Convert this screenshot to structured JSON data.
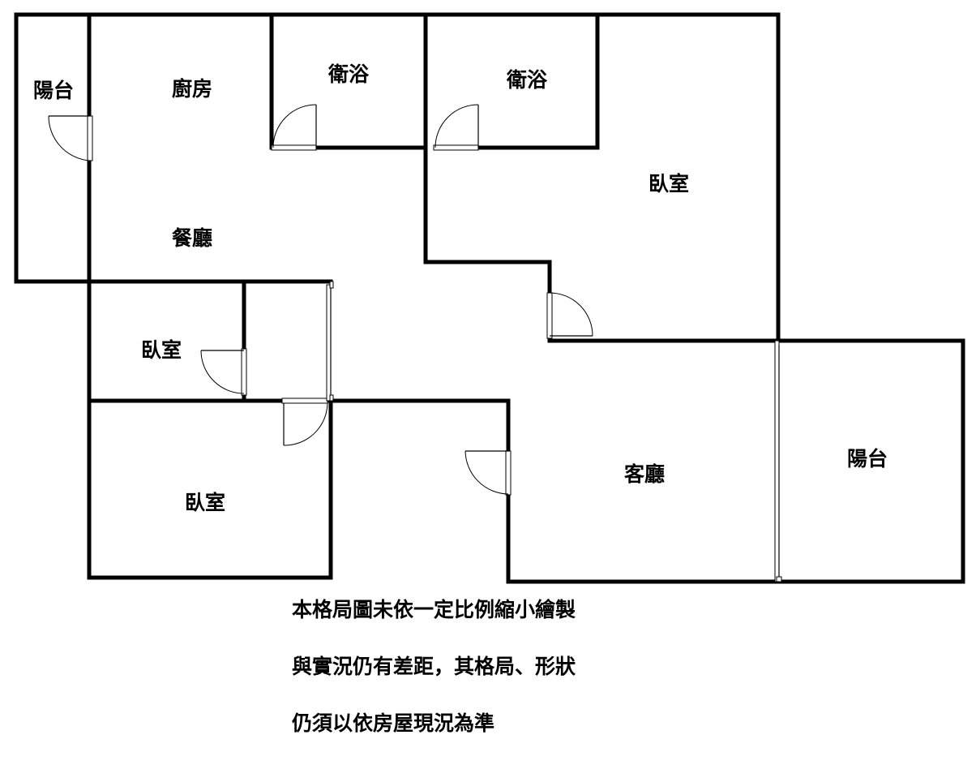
{
  "rooms": {
    "balcony_left": "陽台",
    "kitchen": "廚房",
    "bath_1": "衛浴",
    "bath_2": "衛浴",
    "bedroom_master": "臥室",
    "dining": "餐廳",
    "bedroom_small": "臥室",
    "bedroom_lower": "臥室",
    "living_room": "客廳",
    "balcony_right": "陽台"
  },
  "notes": {
    "line1": "本格局圖未依一定比例縮小繪製",
    "line2": "與實況仍有差距，其格局、形狀",
    "line3": "仍須以依房屋現況為準"
  }
}
